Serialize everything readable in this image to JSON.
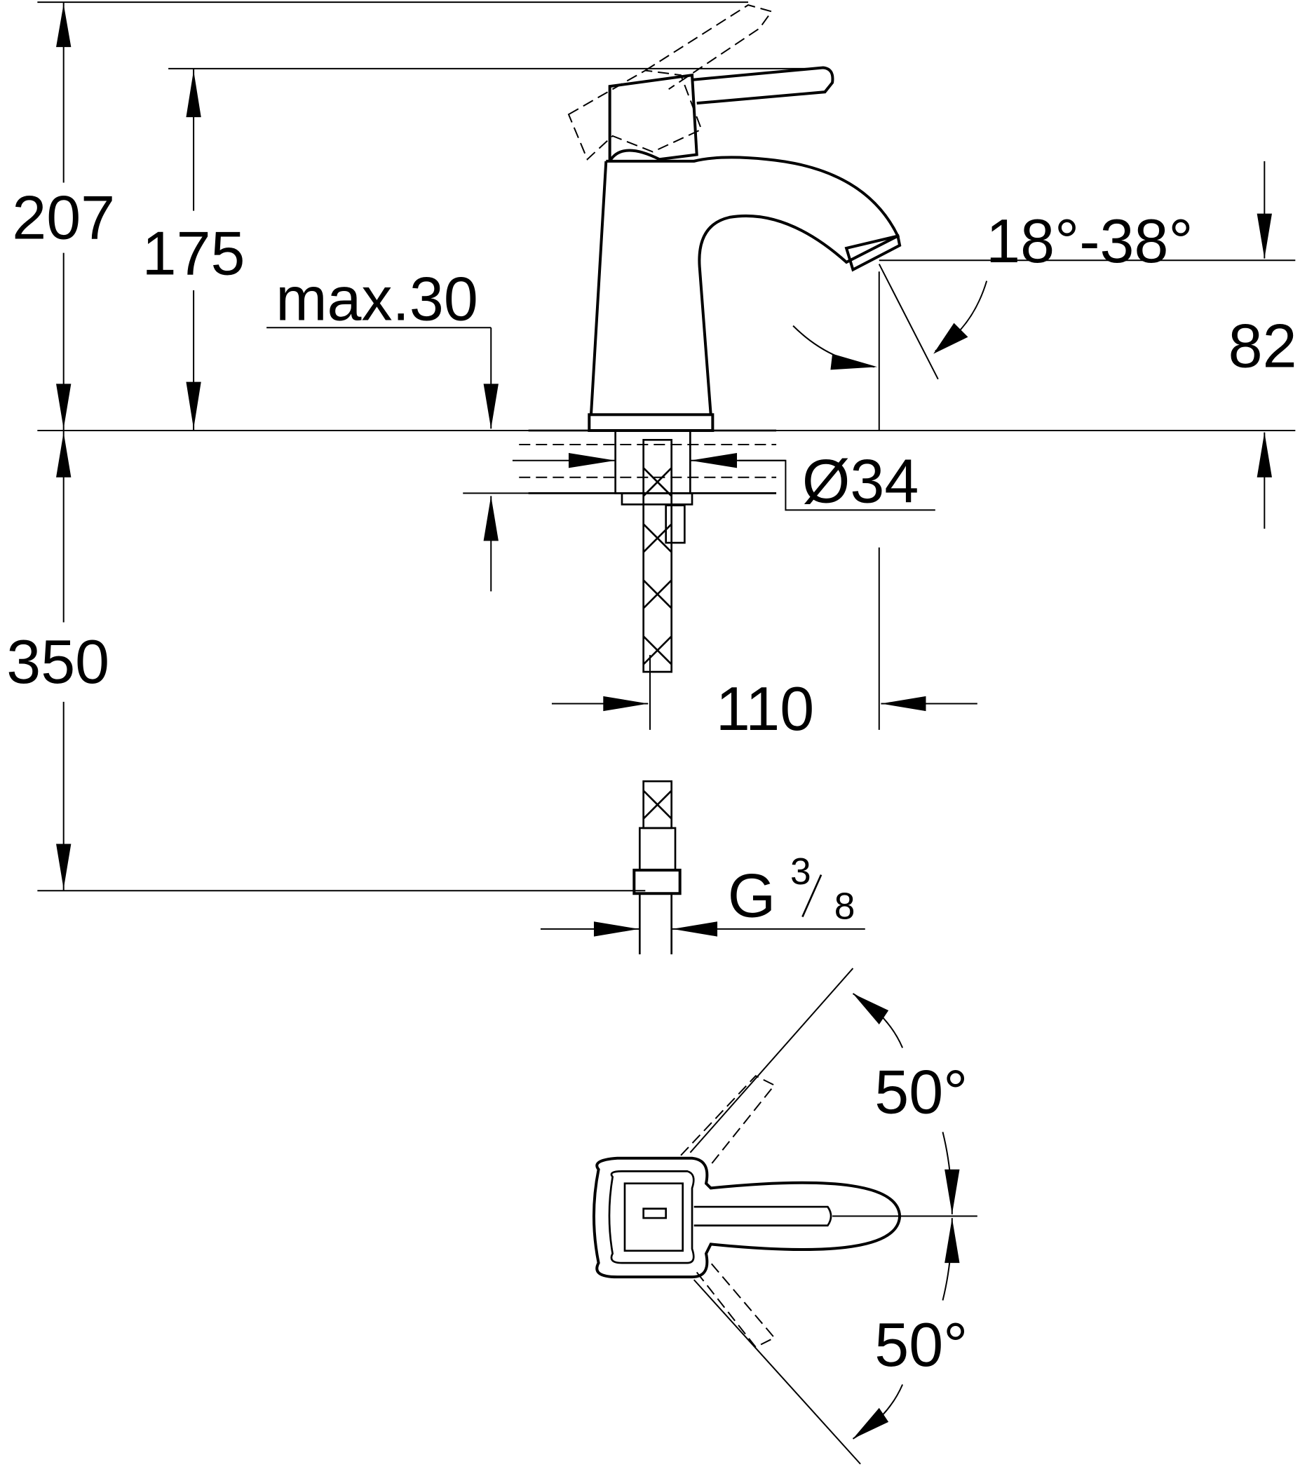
{
  "dimensions": {
    "total_height": "207",
    "lever_height": "175",
    "max_deck_thickness": "max.30",
    "spray_angle": "18°-38°",
    "spout_height": "82",
    "hole_diameter": "Ø34",
    "hose_length": "350",
    "spout_reach": "110",
    "connection_prefix": "G",
    "connection_num": "3",
    "connection_den": "8",
    "rotation_left": "50°",
    "rotation_right": "50°"
  },
  "colors": {
    "line": "#000000",
    "background": "#ffffff"
  }
}
